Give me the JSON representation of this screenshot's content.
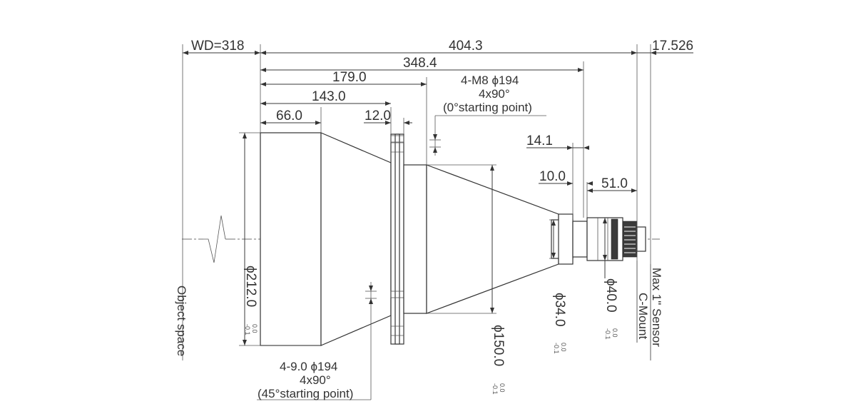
{
  "dimensions": {
    "wd": "WD=318",
    "total_length": "404.3",
    "sensor_offset": "17.526",
    "body_to_mount": "348.4",
    "to_flange_face": "179.0",
    "to_flange": "143.0",
    "front_barrel": "66.0",
    "flange_thickness": "12.0",
    "rear_step_1": "14.1",
    "rear_step_2": "10.0",
    "rear_length": "51.0"
  },
  "diameters": {
    "front": {
      "label": "ϕ212.0",
      "tol_upper": "0.0",
      "tol_lower": "-0.1"
    },
    "mid": {
      "label": "ϕ150.0",
      "tol_upper": "0.0",
      "tol_lower": "-0.1"
    },
    "rear_small": {
      "label": "ϕ34.0",
      "tol_upper": "0.0",
      "tol_lower": "-0.1"
    },
    "rear_large": {
      "label": "ϕ40.0",
      "tol_upper": "0.0",
      "tol_lower": "-0.1"
    }
  },
  "notes": {
    "top_holes": [
      "4-M8 ϕ194",
      "4x90°",
      "(0°starting point)"
    ],
    "bottom_holes": [
      "4-9.0  ϕ194",
      "4x90°",
      "(45°starting point)"
    ],
    "object_space": "Object space",
    "sensor": "Max 1\" Sensor",
    "mount": "C-Mount"
  }
}
